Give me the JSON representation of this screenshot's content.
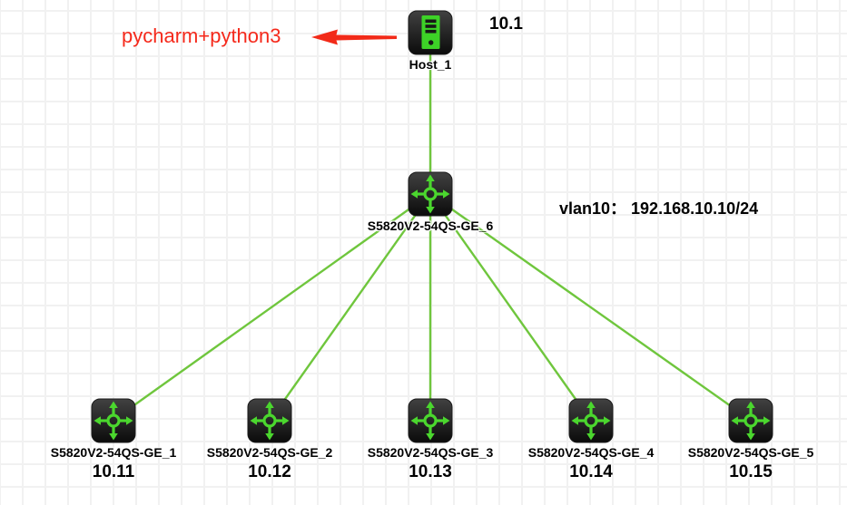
{
  "annotation": {
    "label": "pycharm+python3"
  },
  "vlan_note": {
    "label": "vlan10： 192.168.10.10/24"
  },
  "host": {
    "label": "Host_1",
    "ip_label": "10.1"
  },
  "core_switch": {
    "label": "S5820V2-54QS-GE_6"
  },
  "edge_switches": [
    {
      "label": "S5820V2-54QS-GE_1",
      "ip_label": "10.11"
    },
    {
      "label": "S5820V2-54QS-GE_2",
      "ip_label": "10.12"
    },
    {
      "label": "S5820V2-54QS-GE_3",
      "ip_label": "10.13"
    },
    {
      "label": "S5820V2-54QS-GE_4",
      "ip_label": "10.14"
    },
    {
      "label": "S5820V2-54QS-GE_5",
      "ip_label": "10.15"
    }
  ],
  "icons": {
    "host": "server-tower-icon",
    "switch": "four-way-arrows-switch-icon",
    "annotation_arrow": "red-arrow-left-icon"
  },
  "colors": {
    "link_green": "#6fc63d",
    "icon_green": "#44d62a",
    "annotation_red": "#f5291b",
    "grid_line": "#f1f1f1",
    "device_bg_dark": "#1b1b1b"
  }
}
